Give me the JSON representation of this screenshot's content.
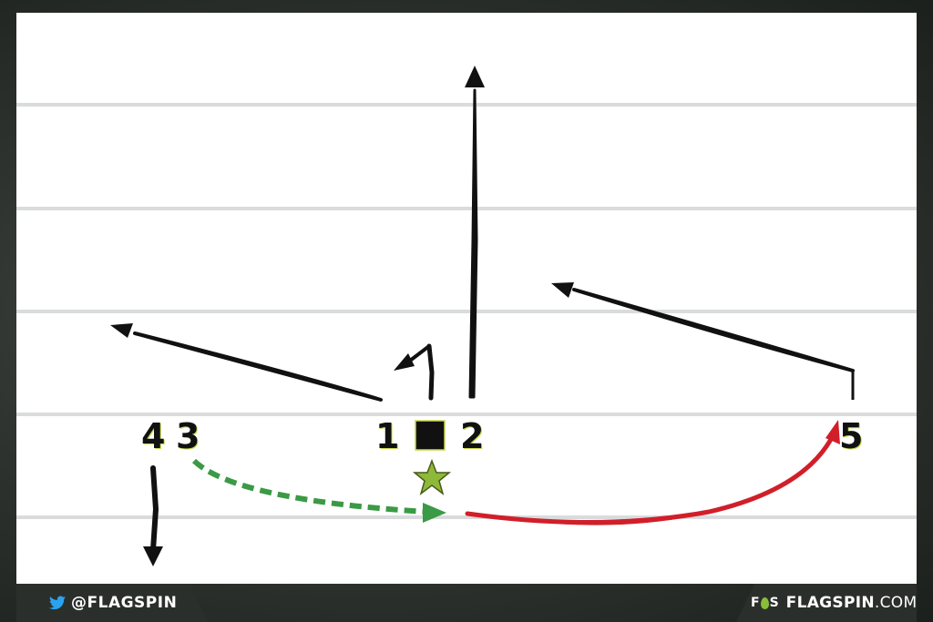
{
  "diagram": {
    "players": [
      "4",
      "3",
      "1",
      "2",
      "5"
    ],
    "center_marker": "square",
    "quarterback_marker": "star",
    "colors": {
      "route": "#111111",
      "motion_dashed": "#3a9a45",
      "motion_red": "#d11f2a",
      "star": "#8db83a",
      "yard_lines": "#d9dbdc"
    }
  },
  "footer": {
    "twitter_handle": "@FLAGSPIN",
    "logo_letters": "FS",
    "site_brand": "FLAGSPIN",
    "site_tld": ".COM"
  }
}
